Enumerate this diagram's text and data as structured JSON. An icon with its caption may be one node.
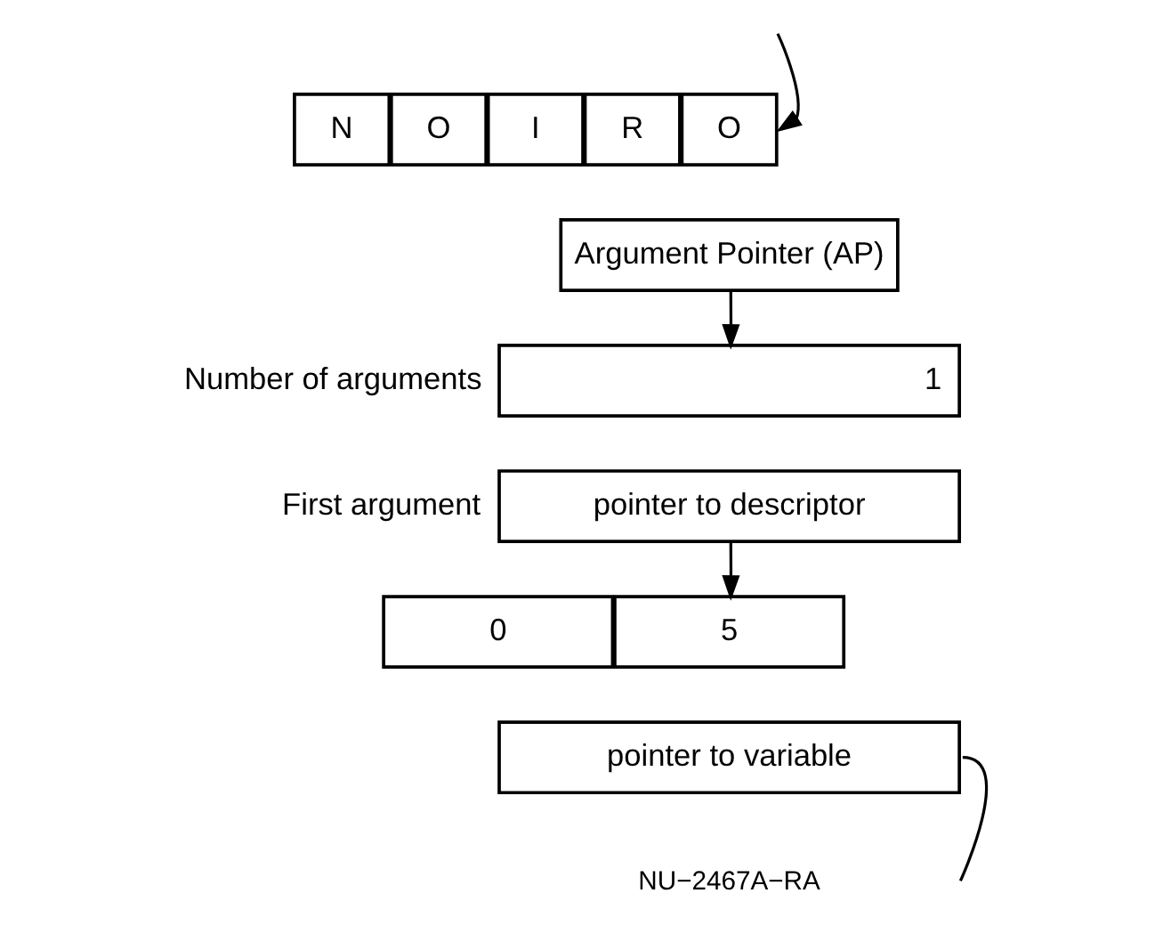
{
  "diagram": {
    "nodes": [
      {
        "text": [
          "N"
        ]
      },
      {
        "text": [
          "O"
        ]
      },
      {
        "text": [
          "I"
        ]
      },
      {
        "text": [
          "R"
        ]
      },
      {
        "text": [
          "O"
        ]
      },
      {
        "text": [
          "Argument Pointer (AP)"
        ]
      },
      {
        "text": [
          "1"
        ],
        "beside": [
          "Number of arguments"
        ]
      },
      {
        "text": [
          "pointer to descriptor"
        ],
        "beside": [
          "First argument"
        ]
      },
      {
        "text": [
          "0"
        ]
      },
      {
        "text": [
          "5"
        ]
      },
      {
        "text": [
          "pointer to variable"
        ]
      }
    ],
    "edges": [
      {
        "from": null,
        "to": 4,
        "arrow": "to"
      },
      {
        "from": 5,
        "to": 6,
        "arrow": "to"
      },
      {
        "from": 7,
        "to": 9,
        "arrow": "to"
      },
      {
        "from": 10,
        "to": null,
        "arrow": "none"
      }
    ],
    "labels": [
      "NU−2467A−RA"
    ]
  }
}
